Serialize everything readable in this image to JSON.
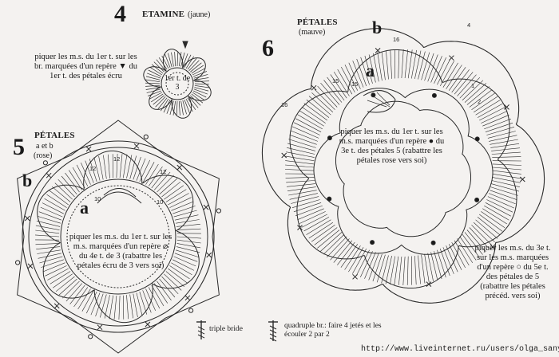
{
  "diagram4": {
    "number": "4",
    "title": "ETAMINE",
    "color": "(jaune)",
    "instruction": "piquer les m.s. du 1er t. sur les br. marquées d'un repère ▼ du 1er t. des pétales écru",
    "center_label": "1er t. de 3"
  },
  "diagram5": {
    "number": "5",
    "title": "PÉTALES",
    "subtitle": "a et b",
    "color": "(rose)",
    "letter_a": "a",
    "letter_b": "b",
    "row_numbers": [
      "12",
      "10",
      "12",
      "10",
      "12"
    ],
    "instruction": "piquer les m.s. du 1er t. sur les m.s. marquées d'un repère ⌀ du 4e t. de 3 (rabattre les pétales écru de 3 vers soi)"
  },
  "diagram6": {
    "number": "6",
    "title": "PÉTALES",
    "color": "(mauve)",
    "letter_a": "a",
    "letter_b": "b",
    "row_numbers": [
      "16",
      "15",
      "16",
      "15",
      "1",
      "2",
      "4"
    ],
    "instruction_center": "piquer les m.s. du 1er t. sur les m.s. marquées d'un repère ● du 3e t. des pétales 5 (rabattre les pétales rose vers soi)",
    "instruction_right": "piquer les m.s. du 3e t. sur les m.s. marquées d'un repère ○ du 5e t. des pétales de 5 (rabattre les pétales précéd. vers soi)"
  },
  "legend": {
    "triple": "triple bride",
    "quadruple": "quadruple br.: faire 4 jetés et les écouler 2 par 2"
  },
  "watermark": "http://www.liveinternet.ru/users/olga_sany/"
}
